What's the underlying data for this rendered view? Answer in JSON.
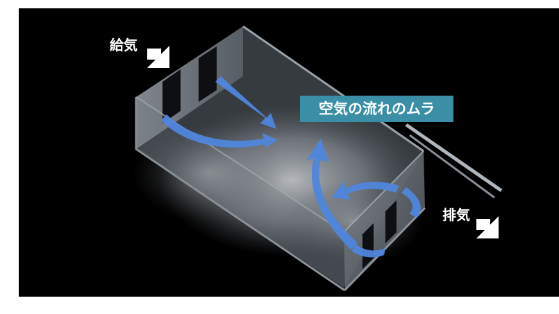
{
  "labels": {
    "supply": "給気",
    "exhaust": "排気",
    "uneven_flow": "空気の流れのムラ"
  },
  "colors": {
    "background": "#000000",
    "page_border": "#ffffff",
    "flow_arrow": "#4f86dc",
    "label_box": "#3a8fa7",
    "label_text": "#ffffff",
    "indicator_arrow": "#ffffff"
  },
  "icons": {
    "supply_indicator": "arrow-down-right-icon",
    "exhaust_indicator": "arrow-down-right-icon"
  }
}
